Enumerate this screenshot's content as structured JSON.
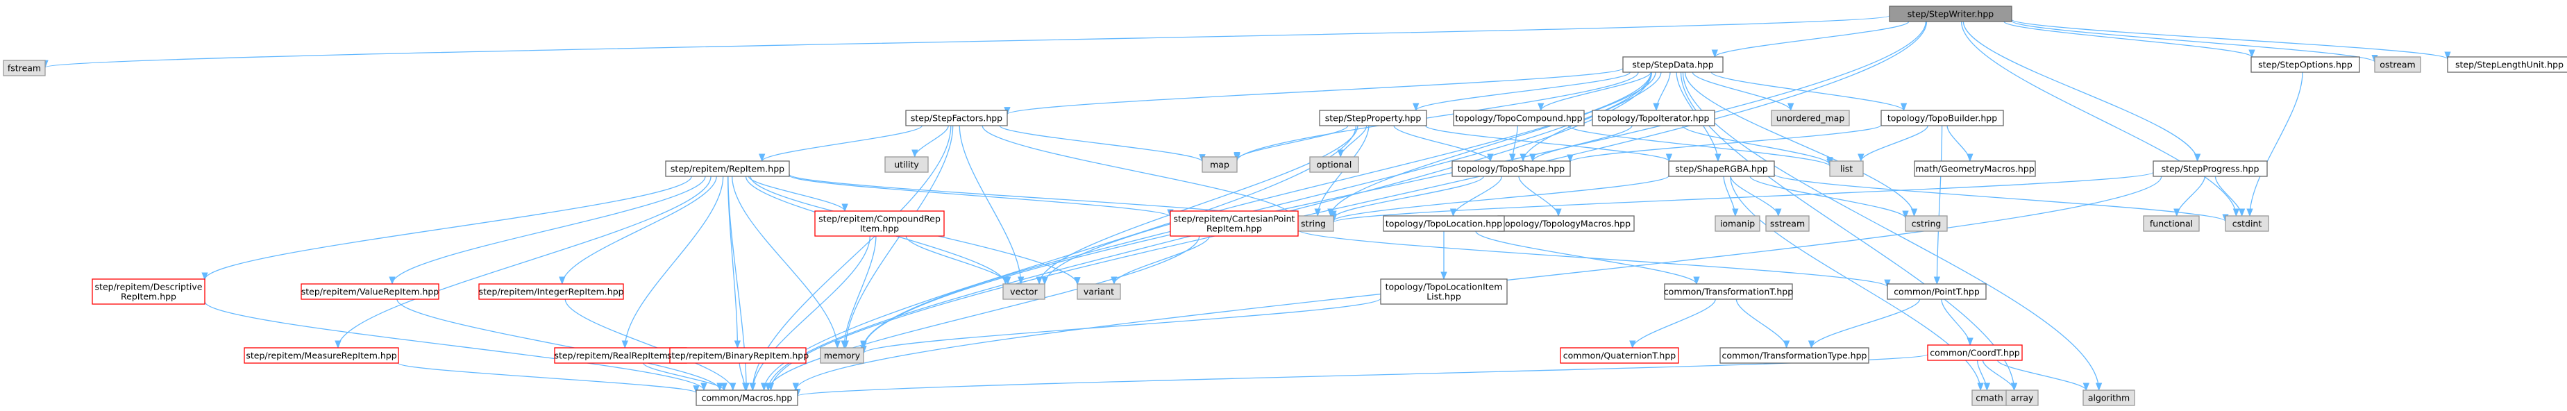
{
  "title": "step/StepWriter.hpp",
  "colors": {
    "root_fill": "#999999",
    "root_border": "#666666",
    "node_fill": "#ffffff",
    "node_border": "#666666",
    "system_fill": "#e0e0e0",
    "system_border": "#999999",
    "truncated_border": "#ff0000",
    "edge": "#63b8ff"
  },
  "nodes": [
    {
      "id": "root",
      "kind": "root",
      "label": [
        "step/StepWriter.hpp"
      ]
    },
    {
      "id": "fstream",
      "kind": "system",
      "label": [
        "fstream"
      ]
    },
    {
      "id": "stepdata",
      "kind": "normal",
      "label": [
        "step/StepData.hpp"
      ]
    },
    {
      "id": "stepoptions",
      "kind": "normal",
      "label": [
        "step/StepOptions.hpp"
      ]
    },
    {
      "id": "ostream_top",
      "kind": "system",
      "label": [
        "ostream"
      ]
    },
    {
      "id": "steplengthunit",
      "kind": "normal",
      "label": [
        "step/StepLengthUnit.hpp"
      ]
    },
    {
      "id": "stepfactors",
      "kind": "normal",
      "label": [
        "step/StepFactors.hpp"
      ]
    },
    {
      "id": "stepproperty",
      "kind": "normal",
      "label": [
        "step/StepProperty.hpp"
      ]
    },
    {
      "id": "topocompound",
      "kind": "normal",
      "label": [
        "topology/TopoCompound.hpp"
      ]
    },
    {
      "id": "topoiterator",
      "kind": "normal",
      "label": [
        "topology/TopoIterator.hpp"
      ]
    },
    {
      "id": "unordered_map",
      "kind": "system",
      "label": [
        "unordered_map"
      ]
    },
    {
      "id": "topobuilder",
      "kind": "normal",
      "label": [
        "topology/TopoBuilder.hpp"
      ]
    },
    {
      "id": "utility",
      "kind": "system",
      "label": [
        "utility"
      ]
    },
    {
      "id": "map",
      "kind": "system",
      "label": [
        "map"
      ]
    },
    {
      "id": "optional",
      "kind": "system",
      "label": [
        "optional"
      ]
    },
    {
      "id": "toposhape",
      "kind": "normal",
      "label": [
        "topology/TopoShape.hpp"
      ]
    },
    {
      "id": "shapergba",
      "kind": "normal",
      "label": [
        "step/ShapeRGBA.hpp"
      ]
    },
    {
      "id": "list",
      "kind": "system",
      "label": [
        "list"
      ]
    },
    {
      "id": "geometrymacros",
      "kind": "normal",
      "label": [
        "math/GeometryMacros.hpp"
      ]
    },
    {
      "id": "stepprogress",
      "kind": "normal",
      "label": [
        "step/StepProgress.hpp"
      ]
    },
    {
      "id": "repitem",
      "kind": "normal",
      "label": [
        "step/repitem/RepItem.hpp"
      ]
    },
    {
      "id": "string",
      "kind": "system",
      "label": [
        "string"
      ]
    },
    {
      "id": "topologymacros",
      "kind": "normal",
      "label": [
        "topology/TopologyMacros.hpp"
      ]
    },
    {
      "id": "iomanip",
      "kind": "system",
      "label": [
        "iomanip"
      ]
    },
    {
      "id": "sstream",
      "kind": "system",
      "label": [
        "sstream"
      ]
    },
    {
      "id": "cstring",
      "kind": "system",
      "label": [
        "cstring"
      ]
    },
    {
      "id": "functional",
      "kind": "system",
      "label": [
        "functional"
      ]
    },
    {
      "id": "cstdint",
      "kind": "system",
      "label": [
        "cstdint"
      ]
    },
    {
      "id": "compoundrep",
      "kind": "truncated",
      "label": [
        "step/repitem/CompoundRep",
        "Item.hpp"
      ]
    },
    {
      "id": "cartesianpoint",
      "kind": "truncated",
      "label": [
        "step/repitem/CartesianPoint",
        "RepItem.hpp"
      ]
    },
    {
      "id": "topolocation",
      "kind": "normal",
      "label": [
        "topology/TopoLocation.hpp"
      ]
    },
    {
      "id": "descriptive",
      "kind": "truncated",
      "label": [
        "step/repitem/Descriptive",
        "RepItem.hpp"
      ]
    },
    {
      "id": "valuerepitem",
      "kind": "truncated",
      "label": [
        "step/repitem/ValueRepItem.hpp"
      ]
    },
    {
      "id": "integerrepitem",
      "kind": "truncated",
      "label": [
        "step/repitem/IntegerRepItem.hpp"
      ]
    },
    {
      "id": "vector",
      "kind": "system",
      "label": [
        "vector"
      ]
    },
    {
      "id": "variant",
      "kind": "system",
      "label": [
        "variant"
      ]
    },
    {
      "id": "topolocationitemlist",
      "kind": "normal",
      "label": [
        "topology/TopoLocationItem",
        "List.hpp"
      ]
    },
    {
      "id": "transformationt",
      "kind": "normal",
      "label": [
        "common/TransformationT.hpp"
      ]
    },
    {
      "id": "pointt",
      "kind": "normal",
      "label": [
        "common/PointT.hpp"
      ]
    },
    {
      "id": "measurerepitem",
      "kind": "truncated",
      "label": [
        "step/repitem/MeasureRepItem.hpp"
      ]
    },
    {
      "id": "realrepitem",
      "kind": "truncated",
      "label": [
        "step/repitem/RealRepItem.hpp"
      ]
    },
    {
      "id": "binaryrepitem",
      "kind": "truncated",
      "label": [
        "step/repitem/BinaryRepItem.hpp"
      ]
    },
    {
      "id": "memory",
      "kind": "system",
      "label": [
        "memory"
      ]
    },
    {
      "id": "quaterniont",
      "kind": "truncated",
      "label": [
        "common/QuaternionT.hpp"
      ]
    },
    {
      "id": "transformationtype",
      "kind": "normal",
      "label": [
        "common/TransformationType.hpp"
      ]
    },
    {
      "id": "coordt",
      "kind": "truncated",
      "label": [
        "common/CoordT.hpp"
      ]
    },
    {
      "id": "macros",
      "kind": "normal",
      "label": [
        "common/Macros.hpp"
      ]
    },
    {
      "id": "cmath",
      "kind": "system",
      "label": [
        "cmath"
      ]
    },
    {
      "id": "array",
      "kind": "system",
      "label": [
        "array"
      ]
    },
    {
      "id": "algorithm",
      "kind": "system",
      "label": [
        "algorithm"
      ]
    }
  ],
  "edges": [
    [
      "root",
      "fstream"
    ],
    [
      "root",
      "stepdata"
    ],
    [
      "root",
      "stepoptions"
    ],
    [
      "root",
      "ostream_top"
    ],
    [
      "root",
      "steplengthunit"
    ],
    [
      "root",
      "stepprogress"
    ],
    [
      "root",
      "memory"
    ],
    [
      "root",
      "cstdint"
    ],
    [
      "root",
      "macros"
    ],
    [
      "stepdata",
      "stepfactors"
    ],
    [
      "stepdata",
      "stepproperty"
    ],
    [
      "stepdata",
      "topocompound"
    ],
    [
      "stepdata",
      "topoiterator"
    ],
    [
      "stepdata",
      "unordered_map"
    ],
    [
      "stepdata",
      "topobuilder"
    ],
    [
      "stepdata",
      "map"
    ],
    [
      "stepdata",
      "shapergba"
    ],
    [
      "stepdata",
      "string"
    ],
    [
      "stepdata",
      "vector"
    ],
    [
      "stepdata",
      "toposhape"
    ],
    [
      "stepdata",
      "macros"
    ],
    [
      "stepdata",
      "cstring"
    ],
    [
      "stepdata",
      "algorithm"
    ],
    [
      "stepdata",
      "memory"
    ],
    [
      "stepdata",
      "array"
    ],
    [
      "stepoptions",
      "cstdint"
    ],
    [
      "stepfactors",
      "utility"
    ],
    [
      "stepfactors",
      "map"
    ],
    [
      "stepfactors",
      "repitem"
    ],
    [
      "stepfactors",
      "string"
    ],
    [
      "stepfactors",
      "vector"
    ],
    [
      "stepfactors",
      "memory"
    ],
    [
      "stepfactors",
      "macros"
    ],
    [
      "stepproperty",
      "map"
    ],
    [
      "stepproperty",
      "optional"
    ],
    [
      "stepproperty",
      "toposhape"
    ],
    [
      "stepproperty",
      "shapergba"
    ],
    [
      "stepproperty",
      "string"
    ],
    [
      "stepproperty",
      "vector"
    ],
    [
      "stepproperty",
      "macros"
    ],
    [
      "topocompound",
      "toposhape"
    ],
    [
      "topocompound",
      "list"
    ],
    [
      "topoiterator",
      "toposhape"
    ],
    [
      "topoiterator",
      "list"
    ],
    [
      "topobuilder",
      "list"
    ],
    [
      "topobuilder",
      "geometrymacros"
    ],
    [
      "topobuilder",
      "pointt"
    ],
    [
      "topobuilder",
      "toposhape"
    ],
    [
      "toposhape",
      "topolocation"
    ],
    [
      "toposhape",
      "topologymacros"
    ],
    [
      "toposhape",
      "string"
    ],
    [
      "shapergba",
      "iomanip"
    ],
    [
      "shapergba",
      "sstream"
    ],
    [
      "shapergba",
      "cstring"
    ],
    [
      "shapergba",
      "string"
    ],
    [
      "shapergba",
      "cstdint"
    ],
    [
      "shapergba",
      "cmath"
    ],
    [
      "stepprogress",
      "functional"
    ],
    [
      "stepprogress",
      "cstdint"
    ],
    [
      "stepprogress",
      "string"
    ],
    [
      "stepprogress",
      "macros"
    ],
    [
      "repitem",
      "compoundrep"
    ],
    [
      "repitem",
      "cartesianpoint"
    ],
    [
      "repitem",
      "descriptive"
    ],
    [
      "repitem",
      "valuerepitem"
    ],
    [
      "repitem",
      "integerrepitem"
    ],
    [
      "repitem",
      "measurerepitem"
    ],
    [
      "repitem",
      "realrepitem"
    ],
    [
      "repitem",
      "binaryrepitem"
    ],
    [
      "repitem",
      "memory"
    ],
    [
      "repitem",
      "string"
    ],
    [
      "repitem",
      "vector"
    ],
    [
      "repitem",
      "variant"
    ],
    [
      "repitem",
      "macros"
    ],
    [
      "compoundrep",
      "vector"
    ],
    [
      "compoundrep",
      "memory"
    ],
    [
      "compoundrep",
      "macros"
    ],
    [
      "cartesianpoint",
      "pointt"
    ],
    [
      "cartesianpoint",
      "variant"
    ],
    [
      "cartesianpoint",
      "macros"
    ],
    [
      "descriptive",
      "macros"
    ],
    [
      "valuerepitem",
      "macros"
    ],
    [
      "integerrepitem",
      "macros"
    ],
    [
      "measurerepitem",
      "macros"
    ],
    [
      "realrepitem",
      "macros"
    ],
    [
      "binaryrepitem",
      "macros"
    ],
    [
      "topolocation",
      "topolocationitemlist"
    ],
    [
      "topolocation",
      "transformationt"
    ],
    [
      "topolocationitemlist",
      "memory"
    ],
    [
      "transformationt",
      "quaterniont"
    ],
    [
      "transformationt",
      "transformationtype"
    ],
    [
      "pointt",
      "coordt"
    ],
    [
      "pointt",
      "transformationtype"
    ],
    [
      "coordt",
      "cmath"
    ],
    [
      "coordt",
      "array"
    ],
    [
      "coordt",
      "algorithm"
    ],
    [
      "coordt",
      "macros"
    ]
  ]
}
